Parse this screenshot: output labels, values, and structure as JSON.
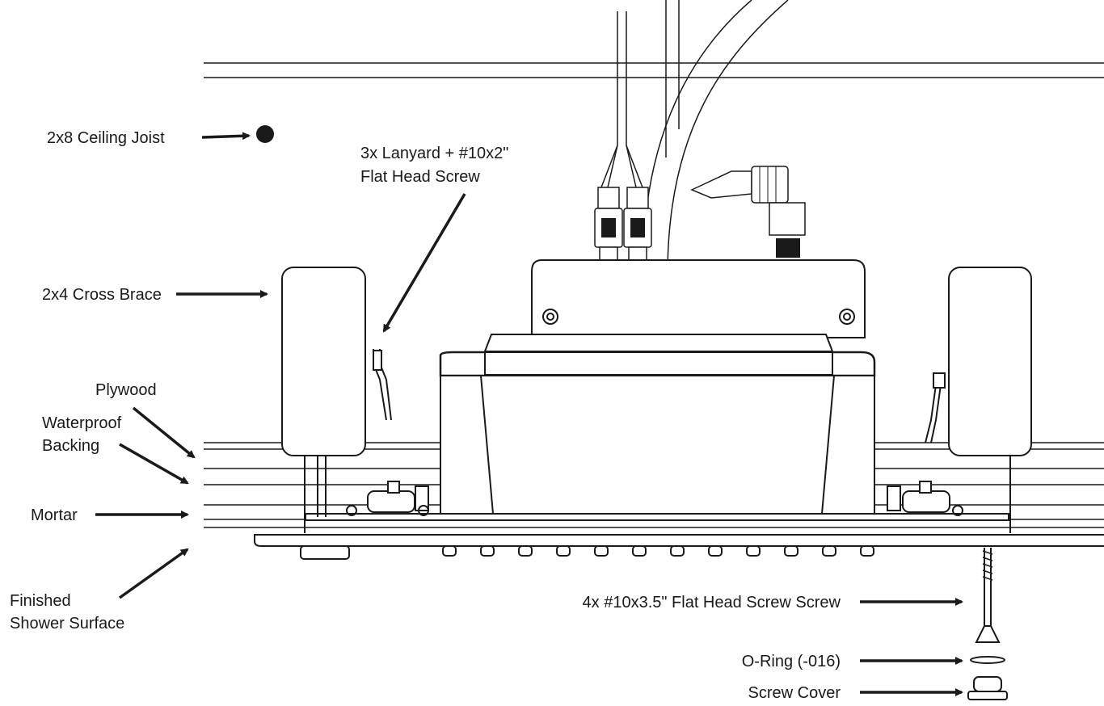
{
  "labels": {
    "ceiling_joist": "2x8  Ceiling Joist",
    "lanyard_line1": "3x Lanyard + #10x2\"",
    "lanyard_line2": "Flat Head Screw",
    "cross_brace": "2x4  Cross Brace",
    "plywood": "Plywood",
    "waterproof_line1": "Waterproof",
    "waterproof_line2": "Backing",
    "mortar": "Mortar",
    "finished_line1": "Finished",
    "finished_line2": "Shower Surface",
    "screw": "4x #10x3.5\" Flat Head Screw Screw",
    "oring": "O-Ring (-016)",
    "screw_cover": "Screw Cover"
  }
}
